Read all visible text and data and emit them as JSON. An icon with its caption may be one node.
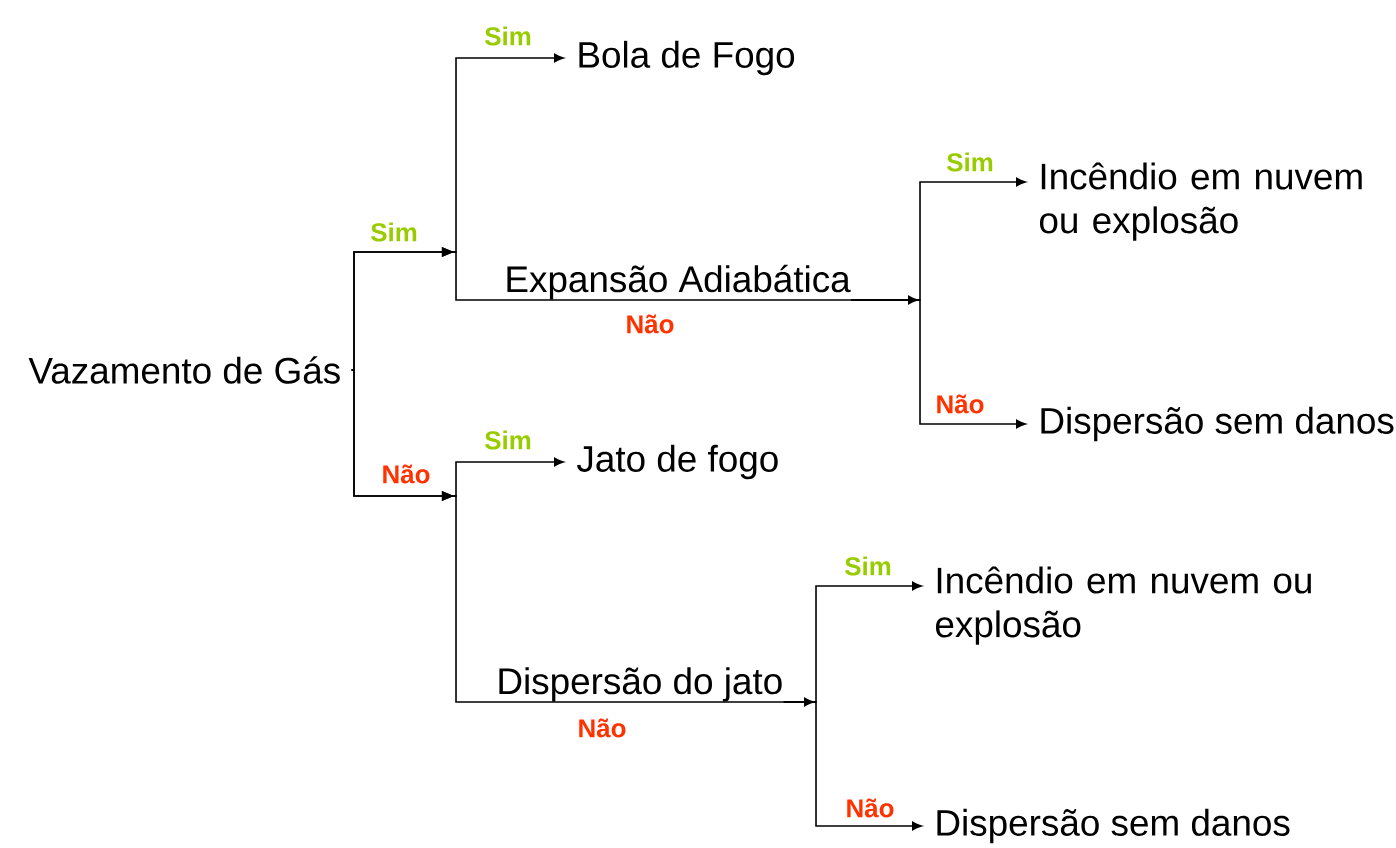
{
  "diagram": {
    "nodes": [
      {
        "text": [
          "Vazamento de Gás"
        ]
      },
      {
        "text": [
          "Bola de Fogo"
        ]
      },
      {
        "text": [
          "Expansão Adiabática"
        ]
      },
      {
        "text": [
          "Incêndio em nuvem ou explosão"
        ]
      },
      {
        "text": [
          "Dispersão sem danos"
        ]
      },
      {
        "text": [
          "Jato de fogo"
        ]
      },
      {
        "text": [
          "Dispersão do jato"
        ]
      },
      {
        "text": [
          "Incêndio em nuvem ou explosão"
        ]
      },
      {
        "text": [
          "Dispersão sem danos"
        ]
      }
    ],
    "edges": [
      {
        "from": 0,
        "to": 1,
        "arrow": "to",
        "label": "Sim"
      },
      {
        "from": 0,
        "to": 2,
        "arrow": "to",
        "label": "Não"
      },
      {
        "from": 2,
        "to": 3,
        "arrow": "to",
        "label": "Sim"
      },
      {
        "from": 2,
        "to": 4,
        "arrow": "to",
        "label": "Não"
      },
      {
        "from": 0,
        "to": 5,
        "arrow": "to",
        "label": "Sim"
      },
      {
        "from": 0,
        "to": 6,
        "arrow": "to",
        "label": "Não"
      },
      {
        "from": 6,
        "to": 7,
        "arrow": "to",
        "label": "Sim"
      },
      {
        "from": 6,
        "to": 8,
        "arrow": "to",
        "label": "Não"
      }
    ],
    "labels": [
      "Sim",
      "Não"
    ]
  }
}
